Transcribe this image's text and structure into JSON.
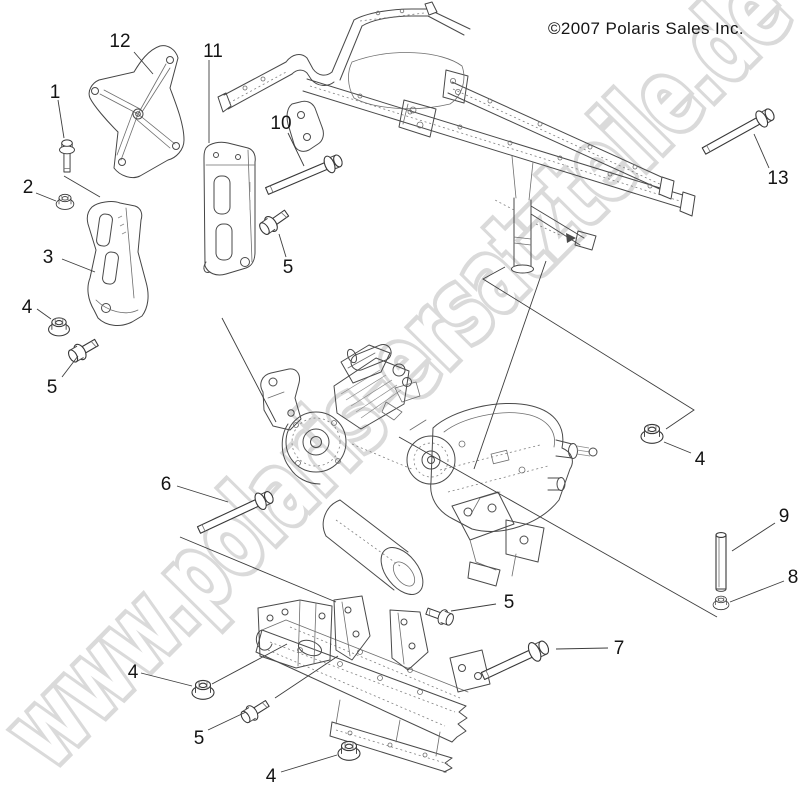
{
  "copyright": "©2007 Polaris Sales Inc.",
  "watermark": "www.polaris-ersatzteile.de",
  "diagram": {
    "description": "Exploded parts diagram of engine and transmission mounting with frame, brackets and fasteners",
    "colors": {
      "line_art": "#4a4a4a",
      "label_text": "#141414",
      "watermark": "#dadada",
      "background": "#ffffff"
    }
  },
  "callouts": [
    {
      "label": "1"
    },
    {
      "label": "2"
    },
    {
      "label": "12"
    },
    {
      "label": "3"
    },
    {
      "label": "4"
    },
    {
      "label": "5"
    },
    {
      "label": "11"
    },
    {
      "label": "10"
    },
    {
      "label": "5"
    },
    {
      "label": "13"
    },
    {
      "label": "4"
    },
    {
      "label": "9"
    },
    {
      "label": "8"
    },
    {
      "label": "6"
    },
    {
      "label": "7"
    },
    {
      "label": "5"
    },
    {
      "label": "4"
    },
    {
      "label": "5"
    },
    {
      "label": "4"
    }
  ]
}
